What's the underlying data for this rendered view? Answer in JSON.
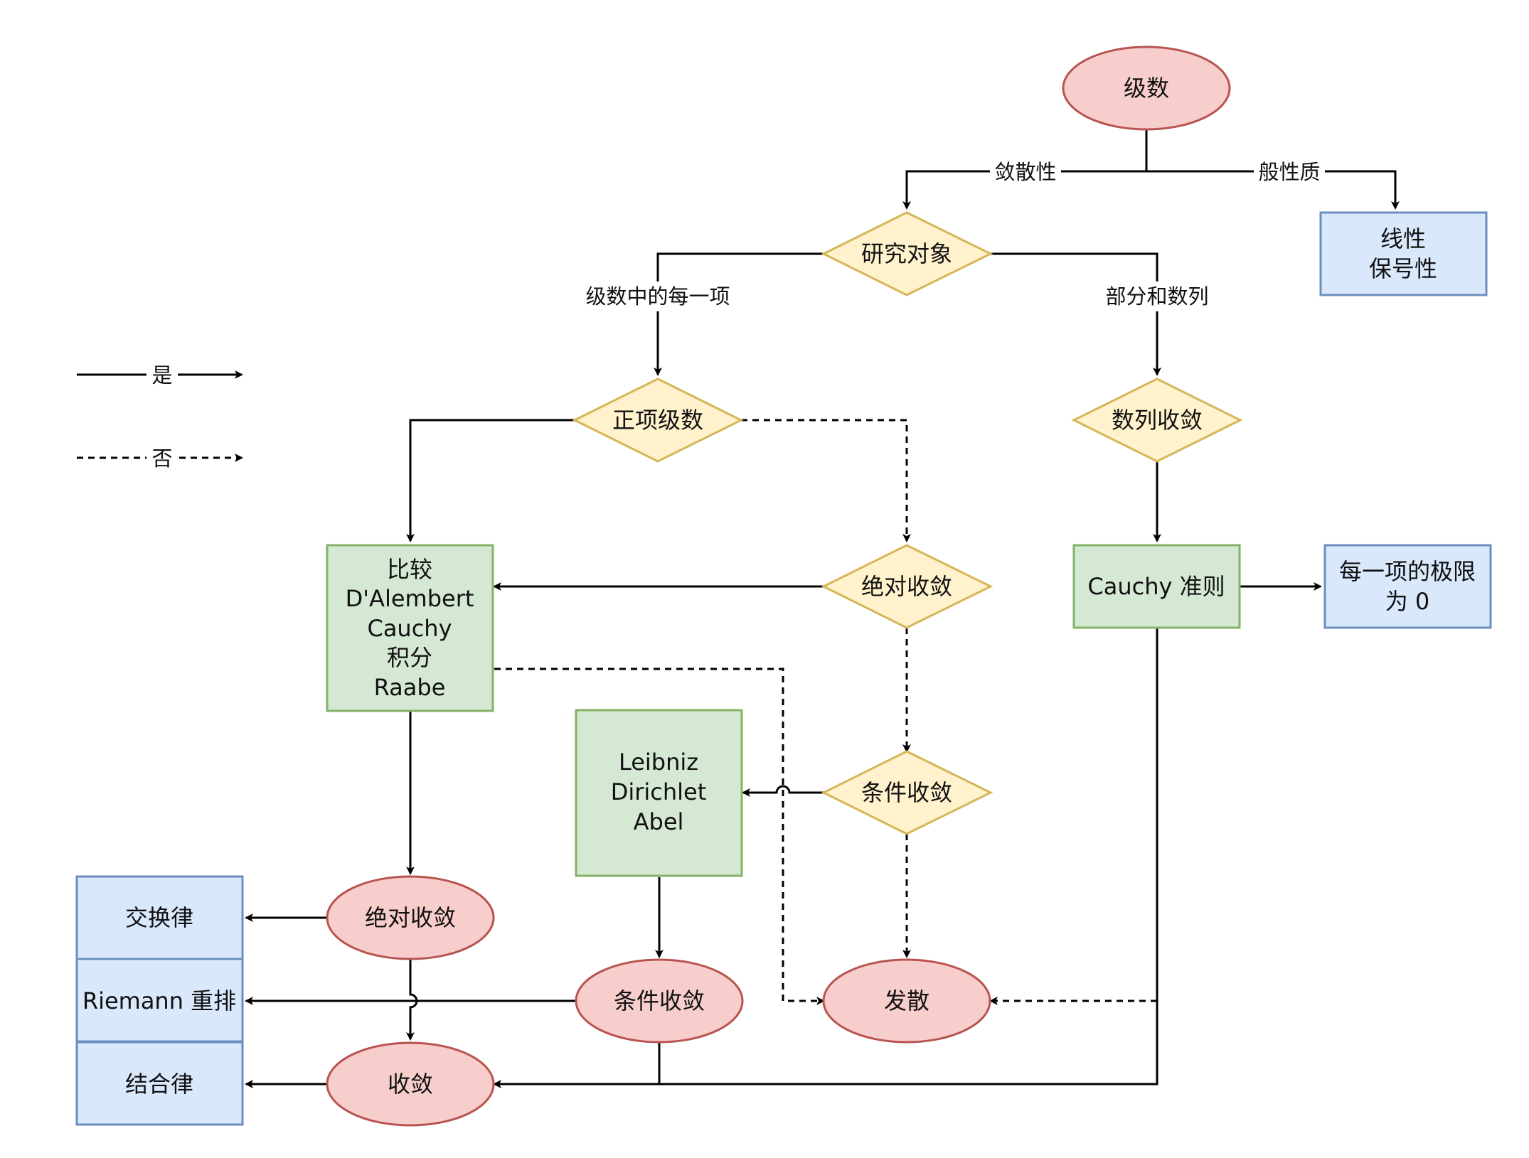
{
  "colors": {
    "red_fill": "#f8cecc",
    "red_stroke": "#b85450",
    "yellow_fill": "#fff2cc",
    "yellow_stroke": "#d6b656",
    "green_fill": "#d5e8d4",
    "green_stroke": "#82b366",
    "blue_fill": "#dae8fc",
    "blue_stroke": "#6c8ebf",
    "line": "#000000"
  },
  "legend": {
    "yes": "是",
    "no": "否"
  },
  "nodes": {
    "series": "级数",
    "study_object": "研究对象",
    "linearity": [
      "线性",
      "保号性"
    ],
    "positive_series": "正项级数",
    "sequence_convergence": "数列收敛",
    "tests": [
      "比较",
      "D'Alembert",
      "Cauchy",
      "积分",
      "Raabe"
    ],
    "absolute_convergence_q": "绝对收敛",
    "cauchy_criterion": "Cauchy 准则",
    "term_limit_zero": [
      "每一项的极限",
      "为 0"
    ],
    "leibniz_tests": [
      "Leibniz",
      "Dirichlet",
      "Abel"
    ],
    "conditional_convergence_q": "条件收敛",
    "commutative_law": "交换律",
    "absolute_convergence": "绝对收敛",
    "riemann_rearrangement": "Riemann 重排",
    "conditional_convergence": "条件收敛",
    "divergence": "发散",
    "associative_law": "结合律",
    "convergence": "收敛"
  },
  "edge_labels": {
    "convergence_property": "敛散性",
    "general_property": "般性质",
    "each_term": "级数中的每一项",
    "partial_sums": "部分和数列"
  }
}
